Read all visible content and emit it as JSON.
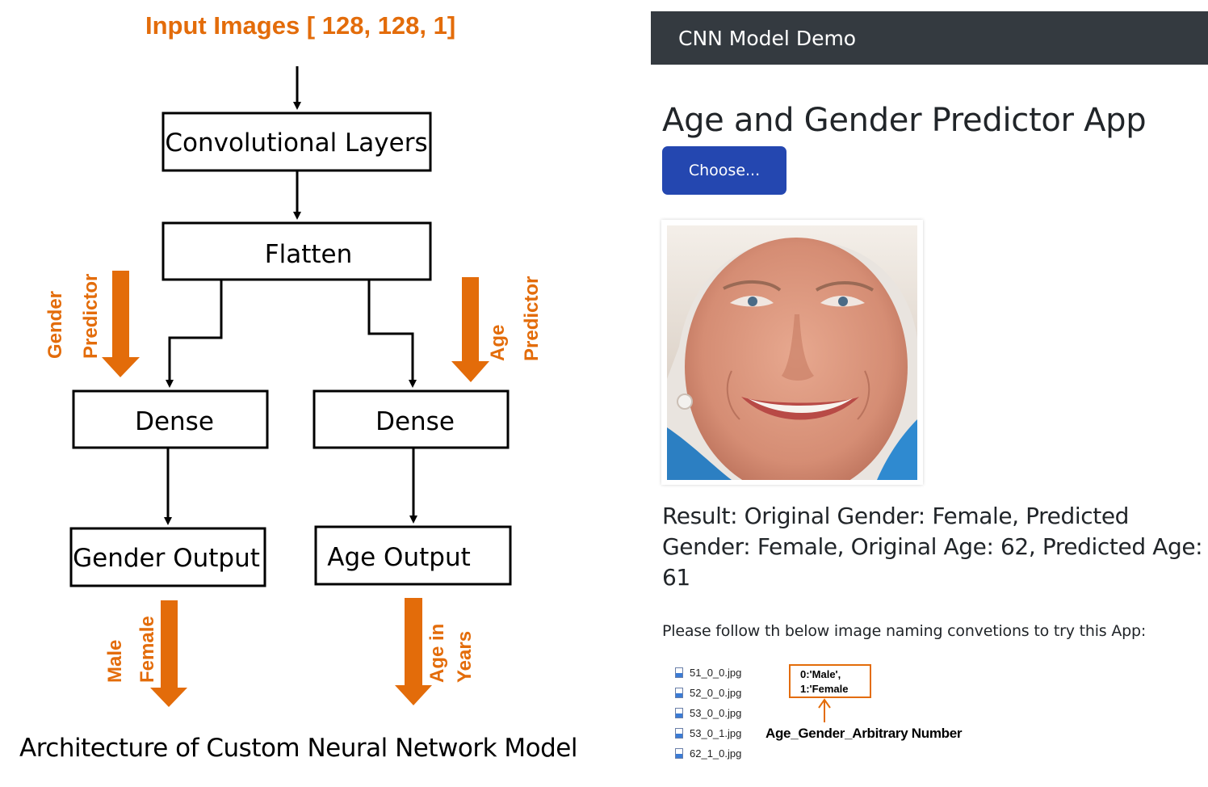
{
  "diagram": {
    "input_title": "Input Images [ 128, 128, 1]",
    "boxes": {
      "conv": "Convolutional Layers",
      "flatten": "Flatten",
      "dense_left": "Dense",
      "dense_right": "Dense",
      "gender_output": "Gender Output",
      "age_output": "Age Output"
    },
    "arrow_labels": {
      "gender_predictor": [
        "Gender",
        "Predictor"
      ],
      "age_predictor": [
        "Age",
        "Predictor"
      ],
      "gender_output": [
        "Male",
        "Female"
      ],
      "age_output": [
        "Age in",
        "Years"
      ]
    },
    "caption": "Architecture of Custom Neural Network Model",
    "accent_color": "#E36C0A"
  },
  "app": {
    "navbar_brand": "CNN Model Demo",
    "title": "Age and Gender Predictor App",
    "choose_button_label": "Choose...",
    "result_text": "Result: Original Gender: Female, Predicted Gender: Female, Original Age: 62, Predicted Age: 61",
    "naming_note": "Please follow th below image naming convetions to try this App:",
    "files": [
      "51_0_0.jpg",
      "52_0_0.jpg",
      "53_0_0.jpg",
      "53_0_1.jpg",
      "62_1_0.jpg"
    ],
    "gender_codes": [
      "0:'Male',",
      "1:'Female"
    ],
    "naming_format": "Age_Gender_Arbitrary Number",
    "navbar_color": "#343a40",
    "button_color": "#2447b0"
  }
}
